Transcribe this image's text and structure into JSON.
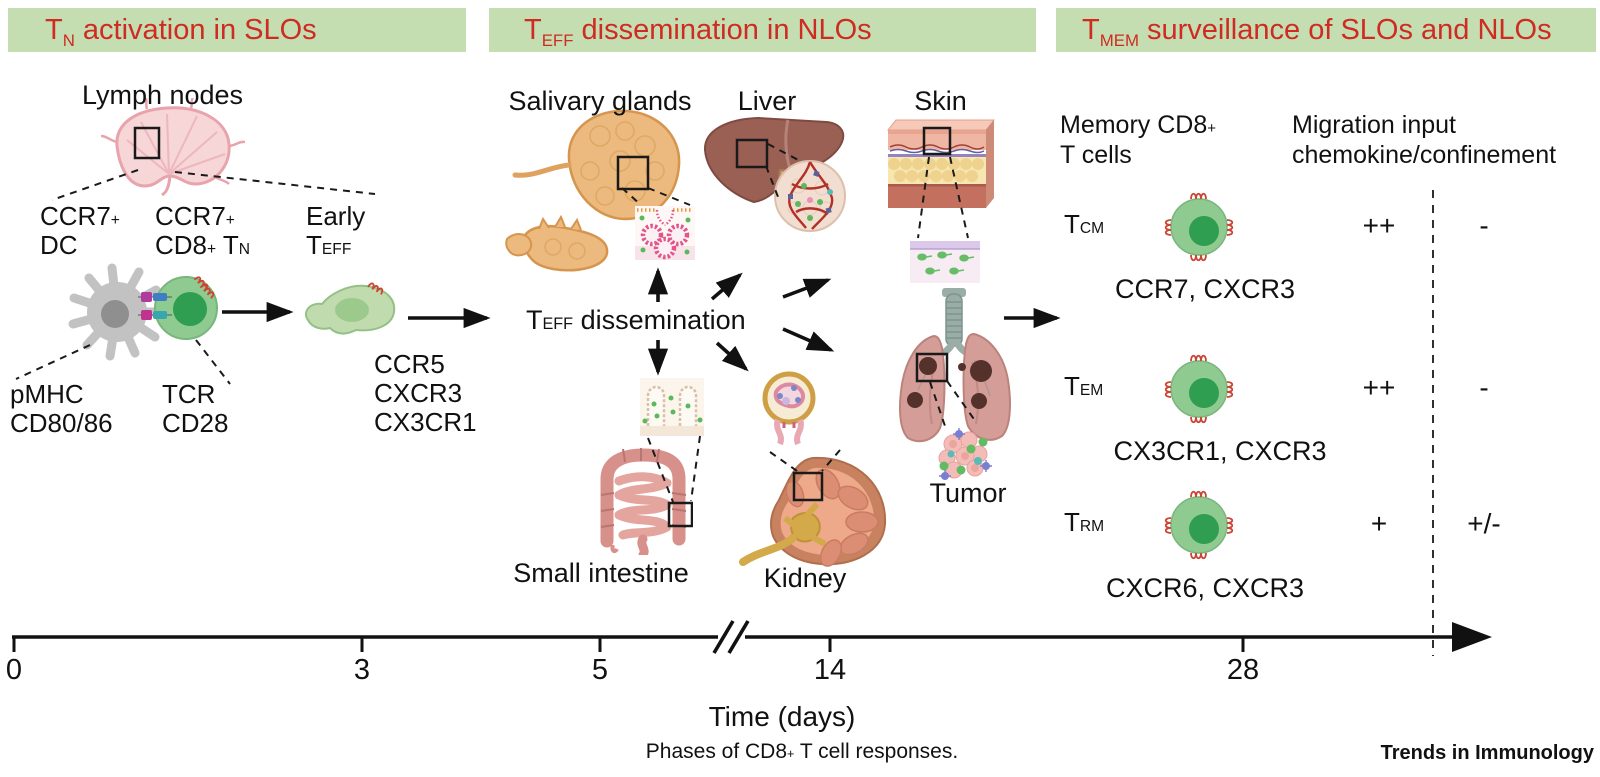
{
  "headers": [
    {
      "t": "T",
      "sub": "N",
      "rest": " activation in SLOs"
    },
    {
      "t": "T",
      "sub": "EFF",
      "rest": " dissemination in NLOs"
    },
    {
      "t": "T",
      "sub": "MEM",
      "rest": " surveillance of SLOs and NLOs"
    }
  ],
  "colors": {
    "header_bg": "#c4deb2",
    "header_text": "#cf2b22",
    "cell_body": "#8fca90",
    "cell_nucleus": "#2f9e50",
    "receptor_red": "#cc4433"
  },
  "left": {
    "lymph_nodes": "Lymph nodes",
    "dc": {
      "l1": "CCR7",
      "l1sup": "+",
      "l2": "DC"
    },
    "tn": {
      "l1": "CCR7",
      "l1sup": "+",
      "l2a": "CD8",
      "l2sup": "+",
      "l2b": " T",
      "l2sub": "N"
    },
    "early": {
      "l1": "Early",
      "l2": "T",
      "l2sub": "EFF"
    },
    "pmhc": {
      "l1": "pMHC",
      "l2": "CD80/86"
    },
    "tcr": {
      "l1": "TCR",
      "l2": "CD28"
    },
    "receptors": [
      "CCR5",
      "CXCR3",
      "CX3CR1"
    ]
  },
  "middle": {
    "salivary": "Salivary glands",
    "liver": "Liver",
    "skin": "Skin",
    "small_intestine": "Small intestine",
    "kidney": "Kidney",
    "tumor": "Tumor",
    "dissem": {
      "t": "T",
      "sub": "EFF",
      "rest": " dissemination"
    }
  },
  "right": {
    "memory_title": {
      "l1": "Memory CD8",
      "l1sup": "+",
      "l2": "T cells"
    },
    "migration_title": {
      "l1": "Migration input",
      "l2": "chemokine/confinement"
    },
    "rows": [
      {
        "t": "T",
        "sub": "CM",
        "chemokines": "CCR7, CXCR3",
        "migration": "++",
        "confinement": "-"
      },
      {
        "t": "T",
        "sub": "EM",
        "chemokines": "CX3CR1, CXCR3",
        "migration": "++",
        "confinement": "-"
      },
      {
        "t": "T",
        "sub": "RM",
        "chemokines": "CXCR6, CXCR3",
        "migration": "+",
        "confinement": "+/-"
      }
    ]
  },
  "timeline": {
    "ticks": [
      "0",
      "3",
      "5",
      "14",
      "28"
    ],
    "axis_label": "Time (days)",
    "caption": {
      "pre": "Phases of CD8",
      "sup": "+",
      "post": " T cell responses."
    },
    "journal": "Trends in Immunology"
  }
}
